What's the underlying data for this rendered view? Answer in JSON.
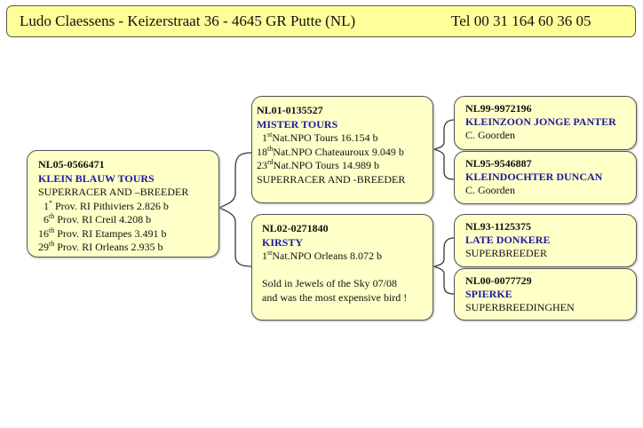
{
  "header": {
    "owner": "Ludo Claessens - Keizerstraat 36 - 4645 GR  Putte (NL)",
    "phone": "Tel 00 31 164 60 36 05"
  },
  "birds": {
    "main": {
      "ring": "NL05-0566471",
      "name": "KLEIN BLAUW  TOURS",
      "notes": [
        "SUPERRACER AND  –BREEDER"
      ],
      "results": [
        {
          "rank": "  1",
          "sup": "*",
          "text": " Prov.  RI Pithiviers  2.826 b"
        },
        {
          "rank": "  6",
          "sup": "th",
          "text": " Prov. RI Creil  4.208 b"
        },
        {
          "rank": "16",
          "sup": "th",
          "text": " Prov. RI Etampes 3.491 b"
        },
        {
          "rank": "29",
          "sup": "th",
          "text": " Prov. RI Orleans  2.935 b"
        }
      ]
    },
    "sire": {
      "ring": "NL01-0135527",
      "name": "MISTER TOURS",
      "results": [
        {
          "rank": "  1",
          "sup": "st",
          "text": "Nat.NPO  Tours 16.154 b"
        },
        {
          "rank": "18",
          "sup": "th",
          "text": "Nat.NPO Chateauroux 9.049 b"
        },
        {
          "rank": "23",
          "sup": "rd",
          "text": "Nat.NPO  Tours 14.989 b"
        }
      ],
      "notes": [
        "SUPERRACER AND  -BREEDER"
      ]
    },
    "dam": {
      "ring": "NL02-0271840",
      "name": "KIRSTY",
      "results": [
        {
          "rank": "1",
          "sup": "st",
          "text": "Nat.NPO Orleans 8.072 b"
        }
      ],
      "notes": [
        "Sold in Jewels of the Sky 07/08",
        "and was the most expensive bird !"
      ]
    },
    "ss": {
      "ring": "NL99-9972196",
      "name": "KLEINZOON JONGE PANTER",
      "note": "C. Goorden"
    },
    "sd": {
      "ring": "NL95-9546887",
      "name": "KLEINDOCHTER  DUNCAN",
      "note": "C. Goorden"
    },
    "ds": {
      "ring": "NL93-1125375",
      "name": "LATE DONKERE",
      "note": "SUPERBREEDER"
    },
    "dd": {
      "ring": "NL00-0077729",
      "name": "SPIERKE",
      "note": "SUPERBREEDINGHEN"
    }
  }
}
